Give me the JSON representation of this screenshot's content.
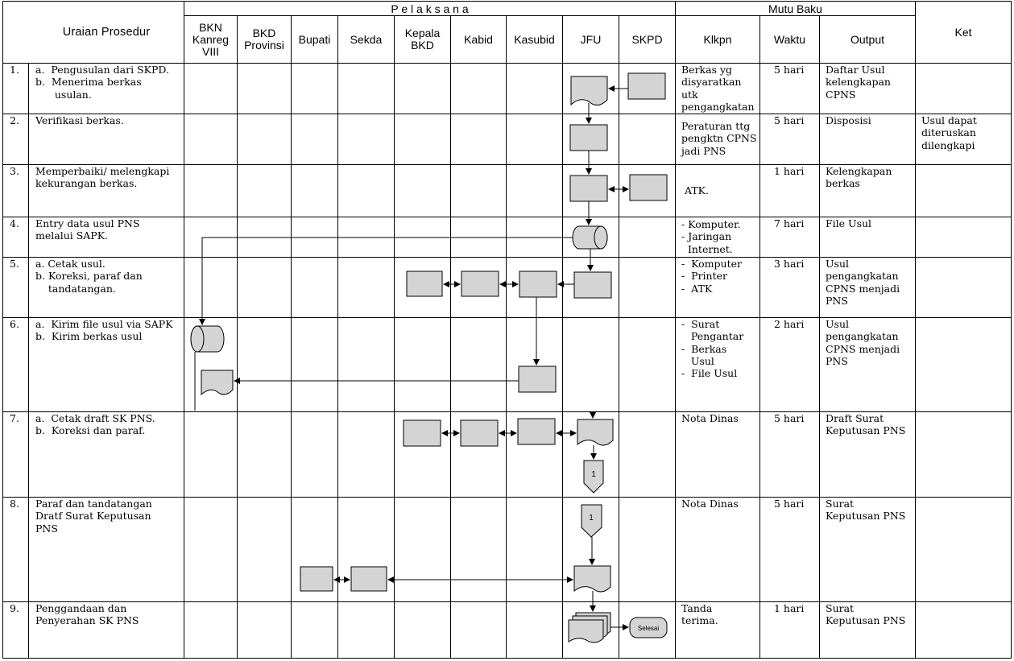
{
  "header": {
    "uraian": "Uraian Prosedur",
    "pelaksana": "P e l a k s a n a",
    "mutu_baku": "Mutu Baku",
    "ket": "Ket",
    "cols": {
      "bkn": "BKN\nKanreg\nVIII",
      "bkd": "BKD\nProvinsi",
      "bupati": "Bupati",
      "sekda": "Sekda",
      "kepala": "Kepala\nBKD",
      "kabid": "Kabid",
      "kasubid": "Kasubid",
      "jfu": "JFU",
      "skpd": "SKPD",
      "klkpn": "Klkpn",
      "waktu": "Waktu",
      "output": "Output"
    }
  },
  "rows": [
    {
      "no": "1.",
      "uraian": "a.  Pengusulan dari SKPD.\nb.  Menerima berkas\n      usulan.",
      "klkpn": "Berkas yg\ndisyaratkan\nutk\npengangkatan",
      "waktu": "5 hari",
      "output": "Daftar Usul\nkelengkapan\nCPNS",
      "ket": ""
    },
    {
      "no": "2.",
      "uraian": "Verifikasi berkas.",
      "klkpn": "Peraturan ttg\npengktn CPNS\njadi PNS",
      "waktu": "5 hari",
      "output": "Disposisi",
      "ket": "Usul dapat\nditeruskan\ndilengkapi"
    },
    {
      "no": "3.",
      "uraian": "Memperbaiki/ melengkapi\nkekurangan berkas.",
      "klkpn": "ATK.",
      "waktu": "1 hari",
      "output": "Kelengkapan\nberkas",
      "ket": ""
    },
    {
      "no": "4.",
      "uraian": "Entry data usul PNS\nmelalui SAPK.",
      "klkpn": "- Komputer.\n- Jaringan\n  Internet.",
      "waktu": "7 hari",
      "output": "File Usul",
      "ket": ""
    },
    {
      "no": "5.",
      "uraian": "a. Cetak usul.\nb. Koreksi, paraf dan\n    tandatangan.",
      "klkpn": "-  Komputer\n-  Printer\n-  ATK",
      "waktu": "3 hari",
      "output": "Usul\npengangkatan\nCPNS menjadi\nPNS",
      "ket": ""
    },
    {
      "no": "6.",
      "uraian": "a.  Kirim file usul via SAPK\nb.  Kirim berkas usul",
      "klkpn": "-  Surat\n   Pengantar\n-  Berkas\n   Usul\n-  File Usul",
      "waktu": "2 hari",
      "output": "Usul\npengangkatan\nCPNS menjadi\nPNS",
      "ket": ""
    },
    {
      "no": "7.",
      "uraian": "a.  Cetak draft SK PNS.\nb.  Koreksi dan paraf.",
      "klkpn": "Nota Dinas",
      "waktu": "5 hari",
      "output": "Draft Surat\nKeputusan PNS",
      "ket": ""
    },
    {
      "no": "8.",
      "uraian": "Paraf dan tandatangan\nDratf Surat Keputusan\nPNS",
      "klkpn": "Nota Dinas",
      "waktu": "5 hari",
      "output": "Surat\nKeputusan PNS",
      "ket": ""
    },
    {
      "no": "9.",
      "uraian": "Penggandaan dan\nPenyerahan SK PNS",
      "klkpn": "Tanda\nterima.",
      "waktu": "1 hari",
      "output": "Surat\nKeputusan PNS",
      "ket": ""
    }
  ],
  "connectors": {
    "off_page_1": "1",
    "off_page_2": "1"
  },
  "terminator": "Selesai",
  "colors": {
    "shape_fill": "#d4d4d4",
    "line": "#000000"
  }
}
